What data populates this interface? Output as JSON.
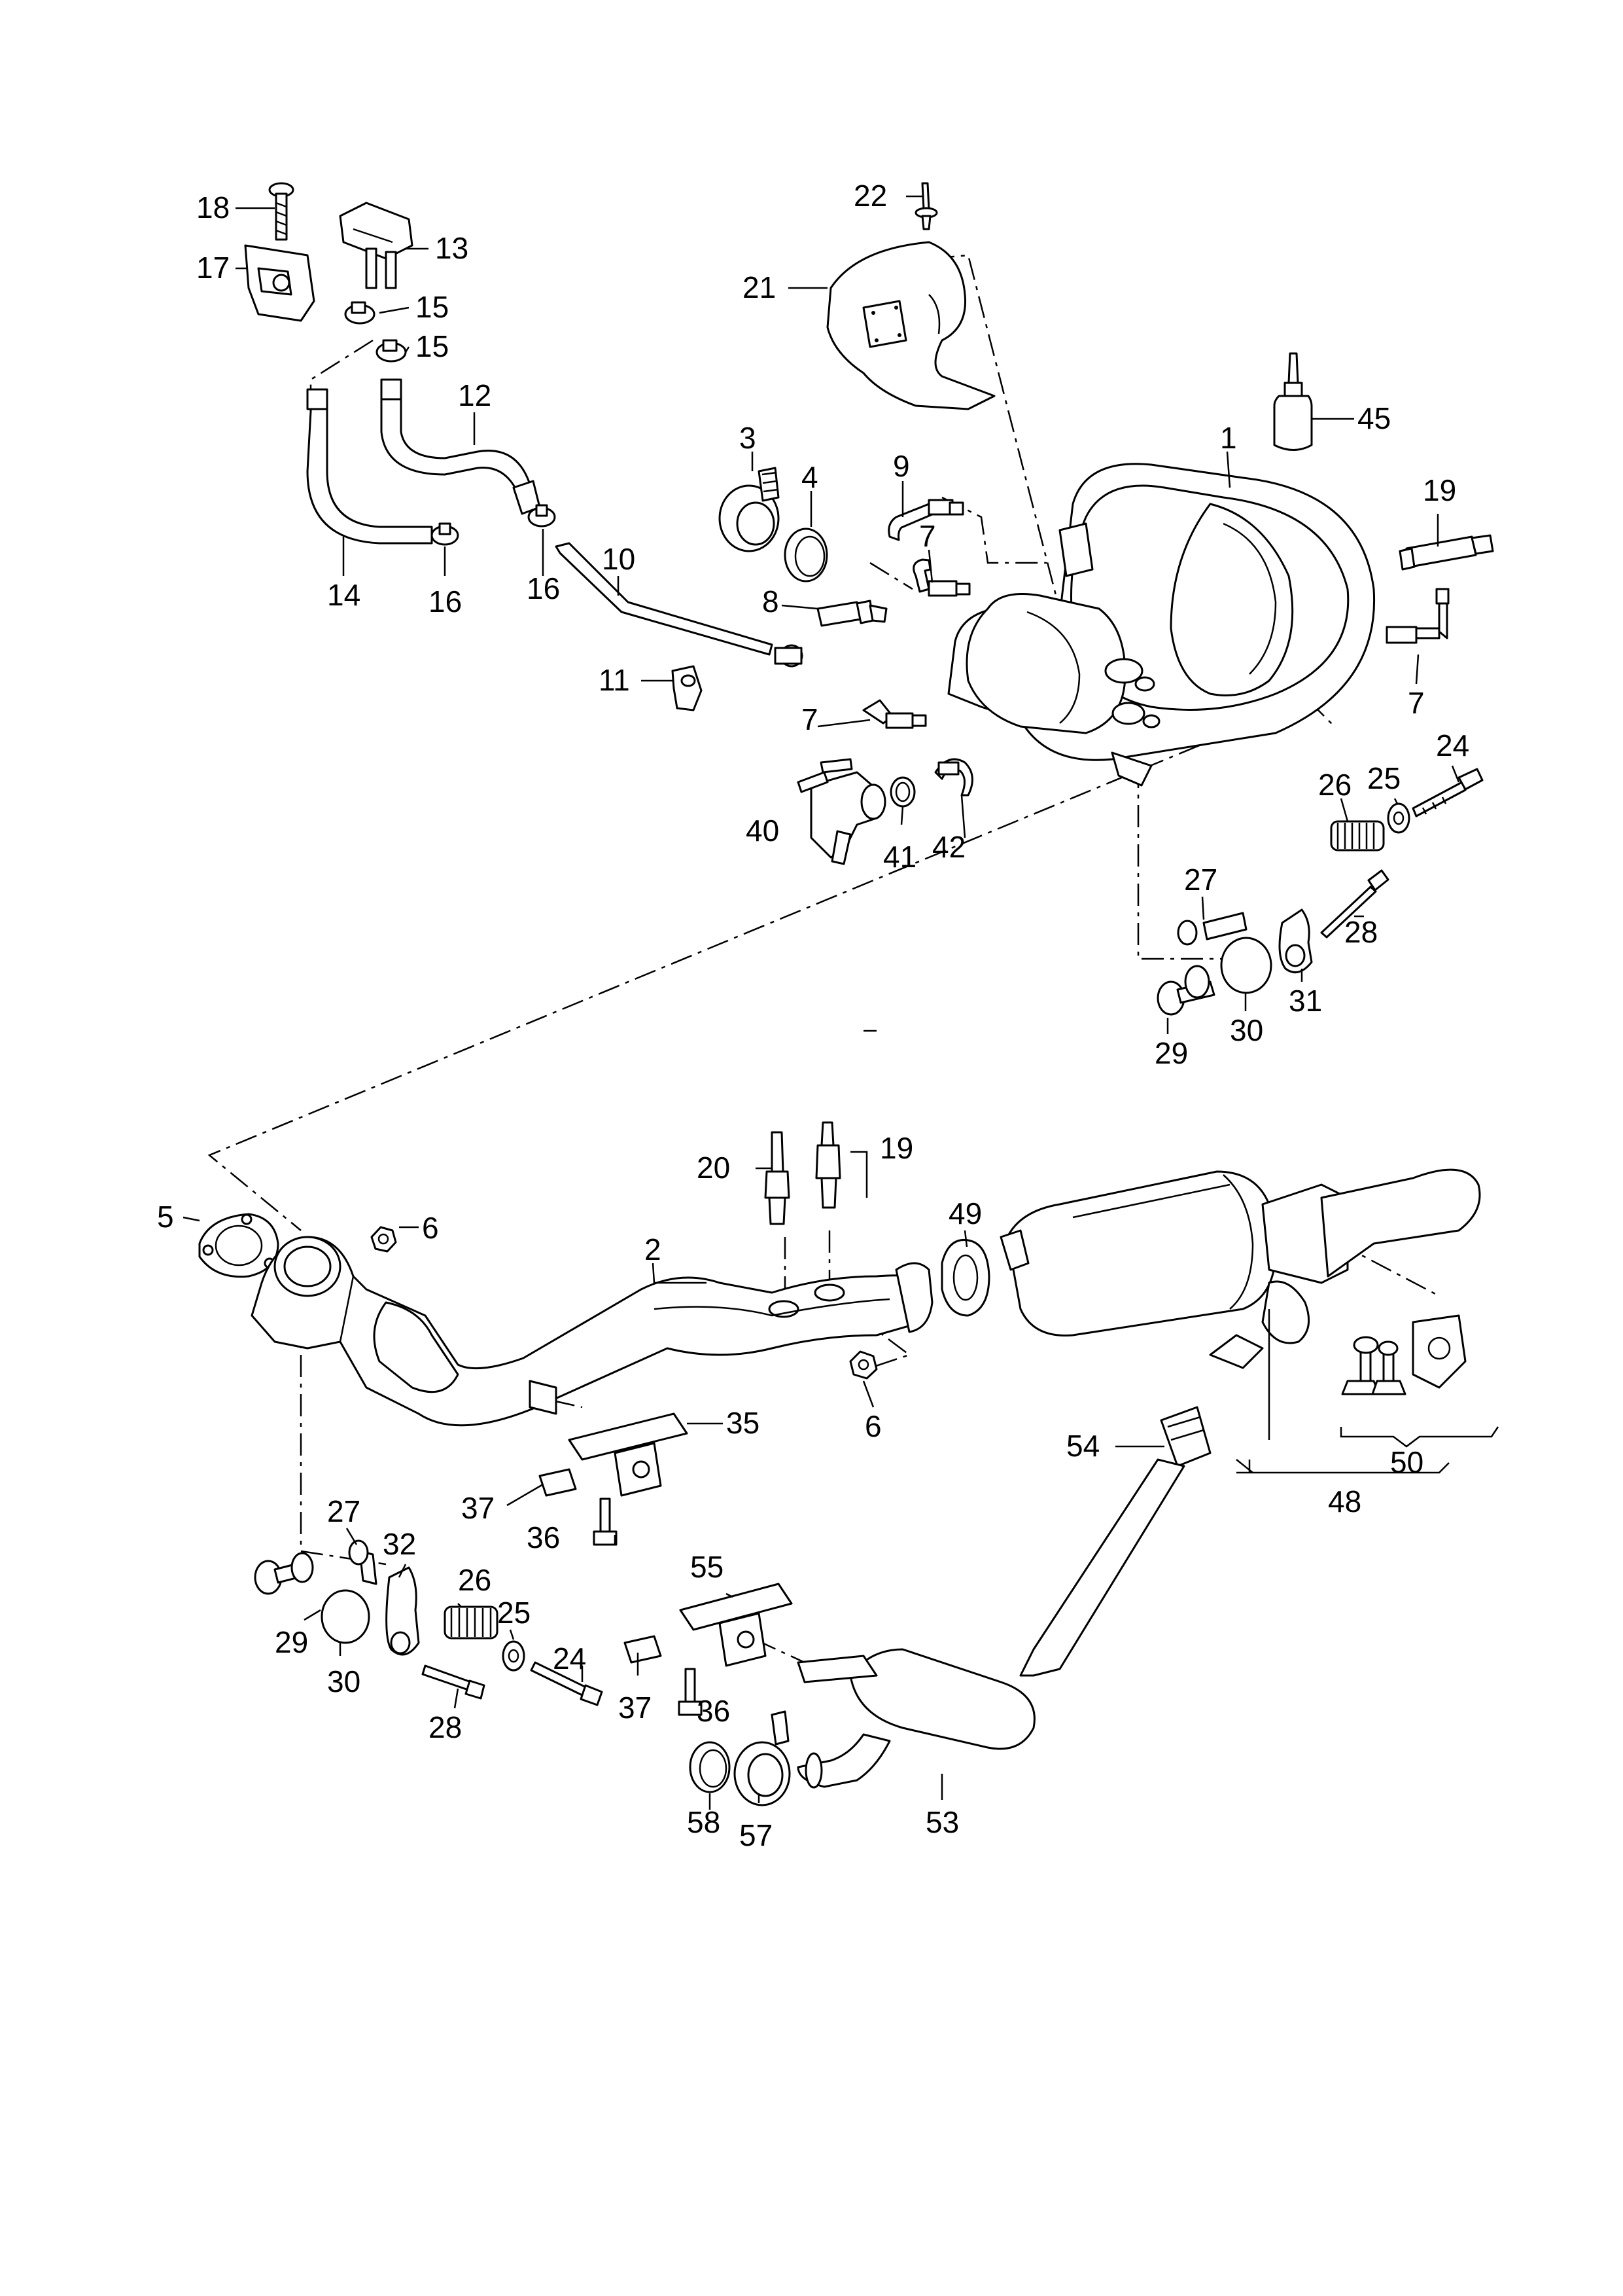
{
  "colors": {
    "ink": "#000000",
    "paper": "#ffffff"
  },
  "callouts": {
    "c1": "1",
    "c2": "2",
    "c3": "3",
    "c4": "4",
    "c5": "5",
    "c6a": "6",
    "c6b": "6",
    "c7a": "7",
    "c7b": "7",
    "c7c": "7",
    "c8": "8",
    "c9": "9",
    "c10": "10",
    "c11": "11",
    "c12": "12",
    "c13": "13",
    "c14": "14",
    "c15a": "15",
    "c15b": "15",
    "c16a": "16",
    "c16b": "16",
    "c17": "17",
    "c18": "18",
    "c19a": "19",
    "c19b": "19",
    "c20": "20",
    "c21": "21",
    "c22": "22",
    "c24a": "24",
    "c24b": "24",
    "c25a": "25",
    "c25b": "25",
    "c26a": "26",
    "c26b": "26",
    "c27a": "27",
    "c27b": "27",
    "c28a": "28",
    "c28b": "28",
    "c29a": "29",
    "c29b": "29",
    "c30a": "30",
    "c30b": "30",
    "c31": "31",
    "c32": "32",
    "c35": "35",
    "c36a": "36",
    "c36b": "36",
    "c37a": "37",
    "c37b": "37",
    "c40": "40",
    "c41": "41",
    "c42": "42",
    "c45": "45",
    "c48": "48",
    "c49": "49",
    "c50": "50",
    "c53": "53",
    "c54": "54",
    "c55": "55",
    "c57": "57",
    "c58": "58"
  }
}
